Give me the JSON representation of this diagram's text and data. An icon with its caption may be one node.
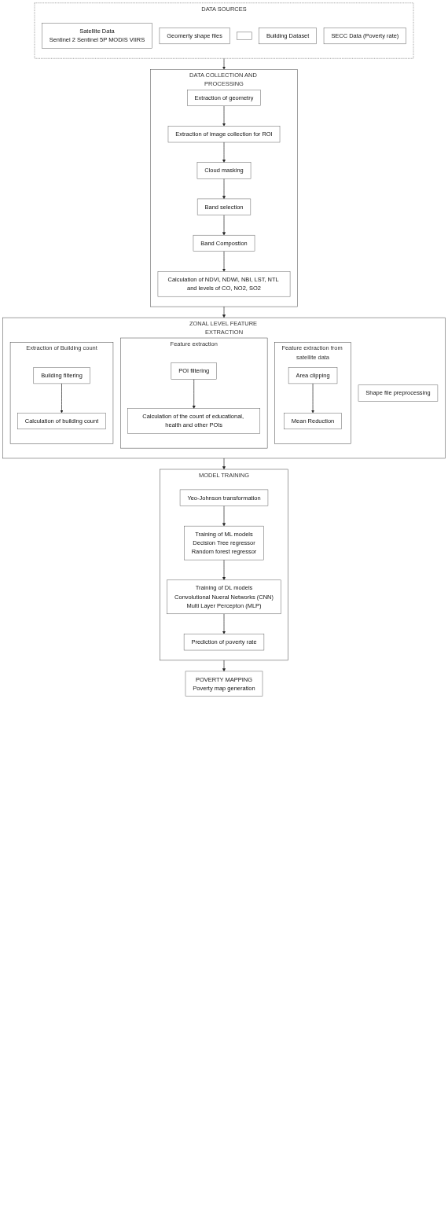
{
  "diagram": {
    "nodes": [
      {
        "text": [
          "DATA SOURCES"
        ]
      },
      {
        "text": [
          "Satellite Data",
          "Sentinel 2 Sentinel 5P MODIS VIIRS"
        ],
        "in": 0
      },
      {
        "text": [
          "Geomerty shape files"
        ],
        "in": 0
      },
      {
        "text": [],
        "shape": "box",
        "in": 0
      },
      {
        "text": [
          "Building Dataset"
        ],
        "in": 0
      },
      {
        "text": [
          "SECC Data (Poverty rate)"
        ],
        "in": 0
      },
      {
        "text": [
          "DATA COLLECTION AND PROCESSING"
        ]
      },
      {
        "text": [
          "Extraction of geometry"
        ],
        "in": 6
      },
      {
        "text": [
          "Extraction of image collection for ROI"
        ],
        "in": 6
      },
      {
        "text": [
          "Cloud masking"
        ],
        "in": 6
      },
      {
        "text": [
          "Band selection"
        ],
        "in": 6
      },
      {
        "text": [
          "Band Compostion"
        ],
        "in": 6
      },
      {
        "text": [
          "Calculation of NDVI, NDWI, NBI, LST, NTL and levels of CO, NO2, SO2"
        ],
        "in": 6
      },
      {
        "text": [
          "ZONAL LEVEL FEATURE EXTRACTION"
        ]
      },
      {
        "text": [
          "Shape file preprocessing"
        ],
        "in": 13
      },
      {
        "text": [
          "Feature extraction from satellite data"
        ],
        "in": 13
      },
      {
        "text": [
          "Area clipping"
        ],
        "in": 15
      },
      {
        "text": [
          "Mean Reduction"
        ],
        "in": 15
      },
      {
        "text": [
          "Feature extraction"
        ],
        "in": 13
      },
      {
        "text": [
          "POI filtering"
        ],
        "in": 18
      },
      {
        "text": [
          "Calculation of the count of educational, health and other POIs"
        ],
        "in": 18
      },
      {
        "text": [
          "Extraction of Building count"
        ],
        "in": 13
      },
      {
        "text": [
          "Building filtering"
        ],
        "in": 21
      },
      {
        "text": [
          "Calculation of building count"
        ],
        "in": 21
      },
      {
        "text": [
          "MODEL  TRAINING"
        ]
      },
      {
        "text": [
          "Yeo-Johnson transformation"
        ],
        "in": 24
      },
      {
        "text": [
          "Training of ML models",
          "Decision Tree regressor",
          "Random forest regressor"
        ],
        "in": 24
      },
      {
        "text": [
          "Training of DL models",
          "Convolutional Nueral Networks (CNN)",
          "Multi Layer Percepton (MLP)"
        ],
        "in": 24
      },
      {
        "text": [
          "Prediction of poverty rate"
        ],
        "in": 24
      },
      {
        "text": [
          "POVERTY MAPPING",
          "Poverty map generation"
        ]
      }
    ],
    "edges": [
      {
        "from": 0,
        "to": 6,
        "arrow": "to"
      },
      {
        "from": 7,
        "to": 8,
        "arrow": "to"
      },
      {
        "from": 8,
        "to": 9,
        "arrow": "to"
      },
      {
        "from": 9,
        "to": 10,
        "arrow": "to"
      },
      {
        "from": 10,
        "to": 11,
        "arrow": "to"
      },
      {
        "from": 11,
        "to": 12,
        "arrow": "to"
      },
      {
        "from": 6,
        "to": 13,
        "arrow": "to"
      },
      {
        "from": 16,
        "to": 17,
        "arrow": "to"
      },
      {
        "from": 19,
        "to": 20,
        "arrow": "to"
      },
      {
        "from": 22,
        "to": 23,
        "arrow": "to"
      },
      {
        "from": 13,
        "to": 24,
        "arrow": "to"
      },
      {
        "from": 25,
        "to": 26,
        "arrow": "to"
      },
      {
        "from": 26,
        "to": 27,
        "arrow": "to"
      },
      {
        "from": 27,
        "to": 28,
        "arrow": "to"
      },
      {
        "from": 24,
        "to": 29,
        "arrow": "to"
      }
    ]
  }
}
